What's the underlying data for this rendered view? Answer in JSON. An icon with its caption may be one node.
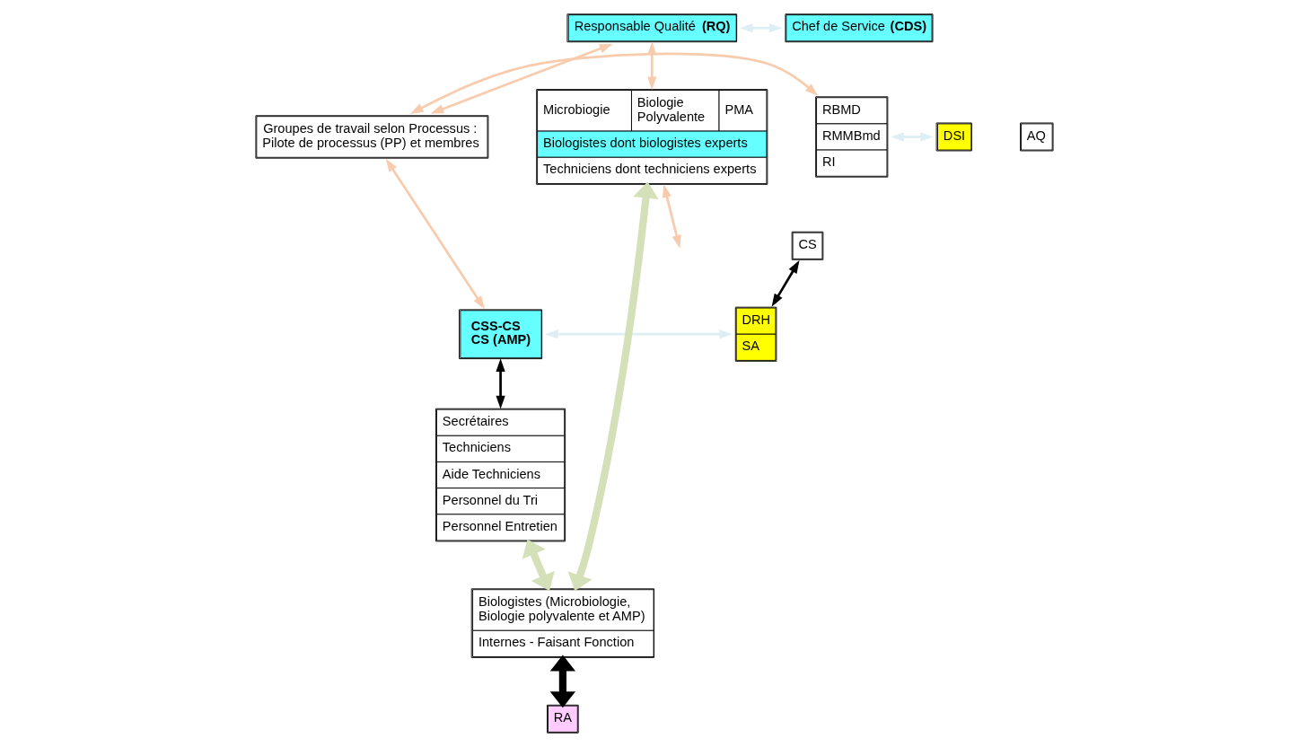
{
  "diagram": {
    "nodes": [
      {
        "text": [
          "Responsable Qualité **(RQ)**"
        ]
      },
      {
        "text": [
          "AQ"
        ]
      },
      {
        "text": [
          "Chef de Service **(CDS)**"
        ]
      },
      {
        "text": [
          "Groupes de travail selon Processus : Pilote de processus (PP) et membres"
        ]
      },
      {
        "text": [
          "RBMD",
          "RMMBmd",
          "RI"
        ]
      },
      {
        "text": [
          "DSI"
        ]
      },
      {
        "text": [
          "CS"
        ]
      },
      {
        "text": [
          "CSS-CS",
          "CS (AMP)"
        ]
      },
      {
        "text": [
          "DRH",
          "SA"
        ]
      },
      {
        "text": [
          "Microbiogie",
          "Biologie Polyvalente",
          "PMA",
          "Biologistes dont biologistes experts",
          "Techniciens dont techniciens experts"
        ]
      },
      {
        "text": [
          "Secrétaires",
          "Techniciens",
          "Aide Techniciens",
          "Personnel du Tri",
          "Personnel Entretien"
        ]
      },
      {
        "text": [
          "Biologistes (Microbiologie, Biologie polyvalente et AMP)",
          "Internes - Faisant Fonction"
        ]
      },
      {
        "text": [
          "RA"
        ]
      }
    ],
    "edges": [
      {
        "from": 0,
        "to": 2,
        "arrow": "both",
        "color": "#ddeef4"
      },
      {
        "from": 0,
        "to": 3,
        "arrow": "both",
        "color": "#f8cbad"
      },
      {
        "from": 0,
        "to": 9,
        "arrow": "both",
        "color": "#f8cbad"
      },
      {
        "from": 3,
        "to": 4,
        "arrow": "both",
        "color": "#f8cbad"
      },
      {
        "from": 4,
        "to": 5,
        "arrow": "both",
        "color": "#ddeef4"
      },
      {
        "from": 3,
        "to": 7,
        "arrow": "both",
        "color": "#f8cbad"
      },
      {
        "from": 6,
        "to": 8,
        "arrow": "both",
        "color": "#000000"
      },
      {
        "from": 7,
        "to": 8,
        "arrow": "both",
        "color": "#ddeef4"
      },
      {
        "from": 9,
        "to": null,
        "arrow": "both",
        "color": "#f8cbad"
      },
      {
        "from": 7,
        "to": 10,
        "arrow": "both",
        "color": "#000000"
      },
      {
        "from": 9,
        "to": 11,
        "arrow": "both",
        "style": "thick",
        "color": "#d4e0b8"
      },
      {
        "from": 10,
        "to": 11,
        "arrow": "both",
        "style": "thick",
        "color": "#d4e0b8"
      },
      {
        "from": 11,
        "to": 12,
        "arrow": "both",
        "style": "thick",
        "color": "#000000"
      }
    ]
  }
}
